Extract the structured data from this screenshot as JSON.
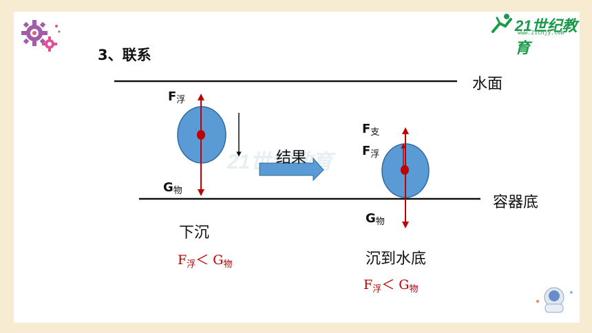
{
  "heading": "3、联系",
  "labels": {
    "water_surface": "水面",
    "container_bottom": "容器底",
    "result": "结果",
    "sink": "下沉",
    "sink_to_bottom": "沉到水底"
  },
  "forces": {
    "F": "F",
    "G": "G",
    "buoyant_sub": "浮",
    "gravity_sub": "物",
    "support_sub": "支"
  },
  "relations": {
    "lt": "＜"
  },
  "brand": {
    "name": "21世纪教育",
    "url": "www.21cnjy.com"
  },
  "colors": {
    "ball": "#5b9bd5",
    "force_arrow": "#c00000",
    "arrow_fill": "#5b9bd5",
    "relation_text": "#c00000"
  }
}
